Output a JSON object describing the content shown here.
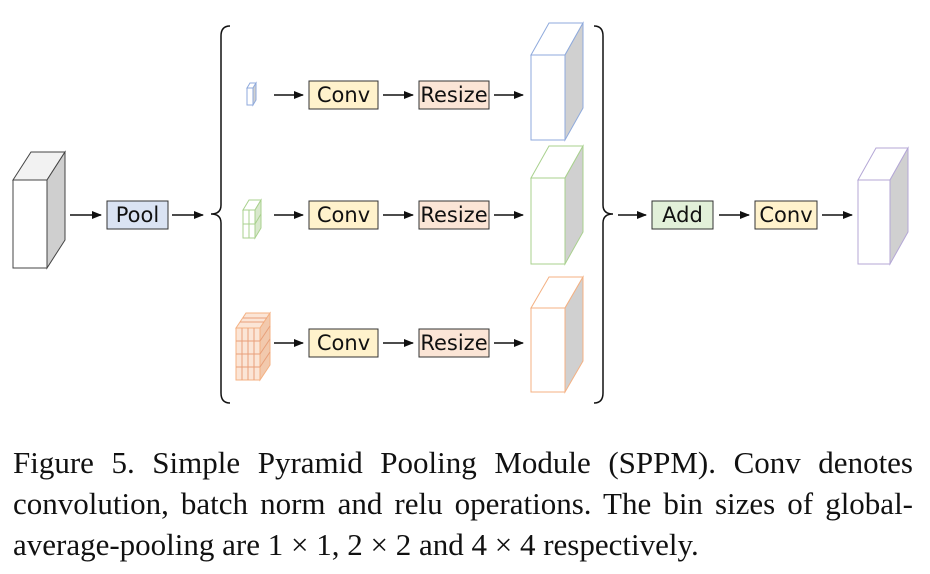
{
  "diagram": {
    "pool_label": "Pool",
    "branches": [
      {
        "conv_label": "Conv",
        "resize_label": "Resize"
      },
      {
        "conv_label": "Conv",
        "resize_label": "Resize"
      },
      {
        "conv_label": "Conv",
        "resize_label": "Resize"
      }
    ],
    "add_label": "Add",
    "final_conv_label": "Conv"
  },
  "caption": {
    "text": "Figure 5. Simple Pyramid Pooling Module (SPPM). Conv denotes convolution, batch norm and relu operations.  The bin sizes of global-average-pooling are 1 × 1, 2 × 2 and 4 × 4 respectively."
  },
  "colors": {
    "pool_fill": "#dae3f3",
    "conv_fill": "#fff2cc",
    "resize_fill": "#fbe5d6",
    "add_fill": "#e2f0d9",
    "blue_edge": "#8faadc",
    "green_edge": "#a9d18e",
    "orange_edge": "#f4b183",
    "purple_edge": "#b4a7d6",
    "gray_face": "#d0d0d0"
  }
}
